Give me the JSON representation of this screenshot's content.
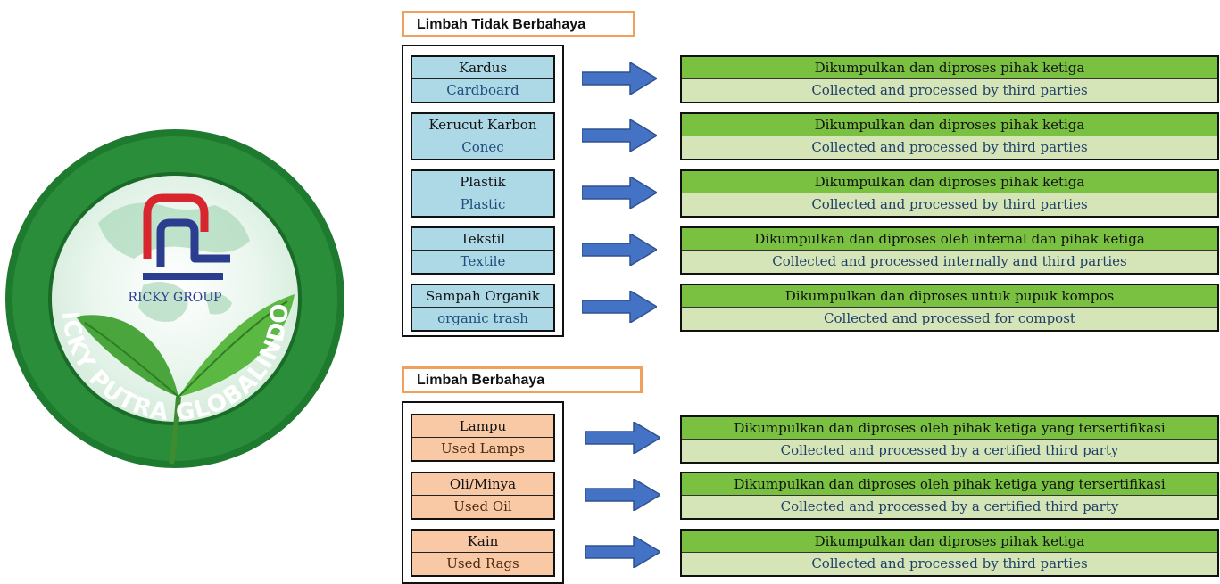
{
  "logo": {
    "brand_text": "RICKY GROUP",
    "company_text": "PT. RICKY PUTRA GLOBALINDO.Tbk"
  },
  "non_hazardous": {
    "title": "Limbah Tidak Berbahaya",
    "items": [
      {
        "id": "Kardus",
        "en": "Cardboard",
        "result_id": "Dikumpulkan dan diproses pihak ketiga",
        "result_en": "Collected and processed by third parties"
      },
      {
        "id": "Kerucut Karbon",
        "en": "Conec",
        "result_id": "Dikumpulkan dan diproses pihak ketiga",
        "result_en": "Collected and processed by third parties"
      },
      {
        "id": "Plastik",
        "en": "Plastic",
        "result_id": "Dikumpulkan dan diproses pihak ketiga",
        "result_en": "Collected and processed by third parties"
      },
      {
        "id": "Tekstil",
        "en": "Textile",
        "result_id": "Dikumpulkan dan diproses oleh internal dan pihak ketiga",
        "result_en": "Collected and processed internally and third parties"
      },
      {
        "id": "Sampah Organik",
        "en": "organic trash",
        "result_id": "Dikumpulkan dan diproses untuk pupuk kompos",
        "result_en": "Collected and processed for compost"
      }
    ]
  },
  "hazardous": {
    "title": "Limbah Berbahaya",
    "items": [
      {
        "id": "Lampu",
        "en": "Used Lamps",
        "result_id": "Dikumpulkan dan diproses oleh pihak ketiga yang tersertifikasi",
        "result_en": "Collected and processed by a certified third party"
      },
      {
        "id": "Oli/Minya",
        "en": "Used Oil",
        "result_id": "Dikumpulkan dan diproses oleh pihak ketiga yang tersertifikasi",
        "result_en": "Collected and processed by a certified third party"
      },
      {
        "id": "Kain",
        "en": "Used Rags",
        "result_id": "Dikumpulkan dan diproses pihak ketiga",
        "result_en": "Collected and processed by third parties"
      }
    ]
  },
  "colors": {
    "item_blue": "#add8e6",
    "item_orange": "#f9c9a6",
    "result_green": "#7ac142",
    "result_light_green": "#d6e5b8",
    "arrow_blue": "#4472c4",
    "title_border": "#f0a05a",
    "logo_ring": "#1e7a2e"
  }
}
